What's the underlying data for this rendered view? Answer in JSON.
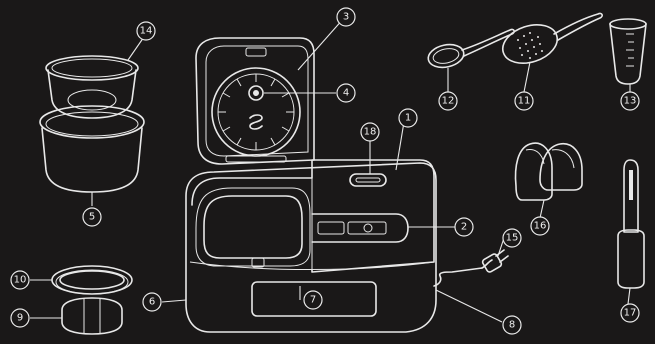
{
  "diagram": {
    "colors": {
      "background": "#1a1818",
      "line": "#e8e8e8"
    },
    "callouts": [
      {
        "id": "1",
        "label": "1"
      },
      {
        "id": "2",
        "label": "2"
      },
      {
        "id": "3",
        "label": "3"
      },
      {
        "id": "4",
        "label": "4"
      },
      {
        "id": "5",
        "label": "5"
      },
      {
        "id": "6",
        "label": "6"
      },
      {
        "id": "7",
        "label": "7"
      },
      {
        "id": "8",
        "label": "8"
      },
      {
        "id": "9",
        "label": "9"
      },
      {
        "id": "10",
        "label": "10"
      },
      {
        "id": "11",
        "label": "11"
      },
      {
        "id": "12",
        "label": "12"
      },
      {
        "id": "13",
        "label": "13"
      },
      {
        "id": "14",
        "label": "14"
      },
      {
        "id": "15",
        "label": "15"
      },
      {
        "id": "16",
        "label": "16"
      },
      {
        "id": "17",
        "label": "17"
      },
      {
        "id": "18",
        "label": "18"
      }
    ]
  }
}
